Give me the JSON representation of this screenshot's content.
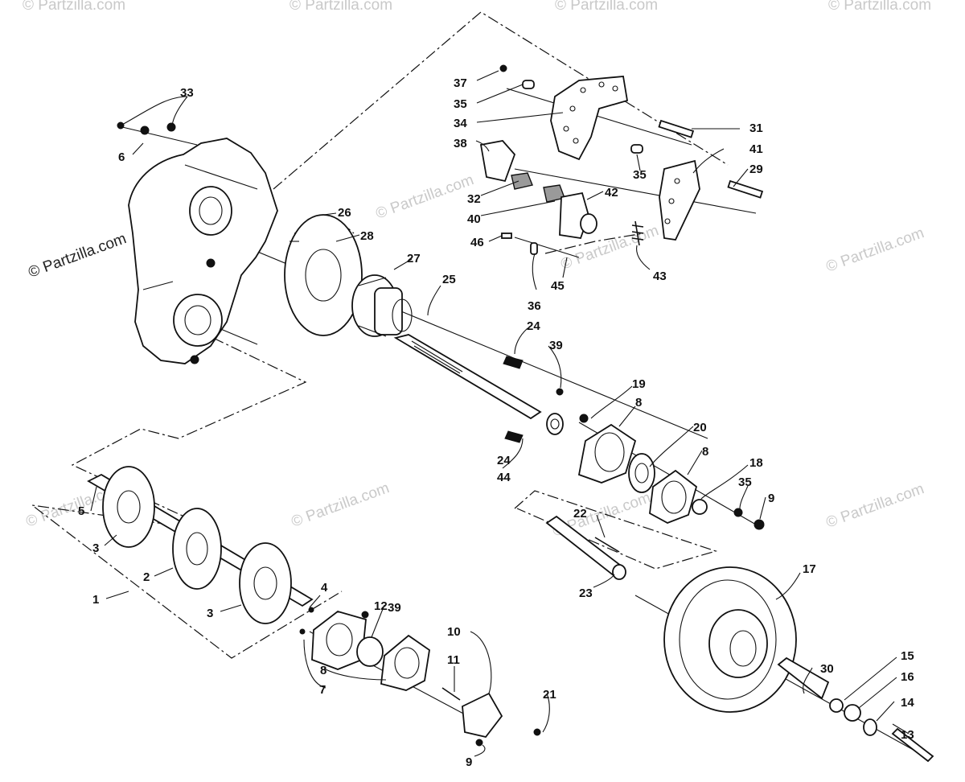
{
  "watermarks": [
    "© Partzilla.com"
  ],
  "callouts": [
    "1",
    "2",
    "3",
    "3",
    "4",
    "5",
    "6",
    "7",
    "8",
    "8",
    "8",
    "9",
    "9",
    "10",
    "11",
    "12",
    "13",
    "14",
    "15",
    "16",
    "17",
    "18",
    "19",
    "20",
    "21",
    "22",
    "23",
    "24",
    "24",
    "25",
    "26",
    "27",
    "28",
    "29",
    "30",
    "31",
    "32",
    "33",
    "34",
    "35",
    "35",
    "35",
    "36",
    "37",
    "38",
    "39",
    "39",
    "40",
    "41",
    "42",
    "43",
    "44",
    "45",
    "46"
  ]
}
